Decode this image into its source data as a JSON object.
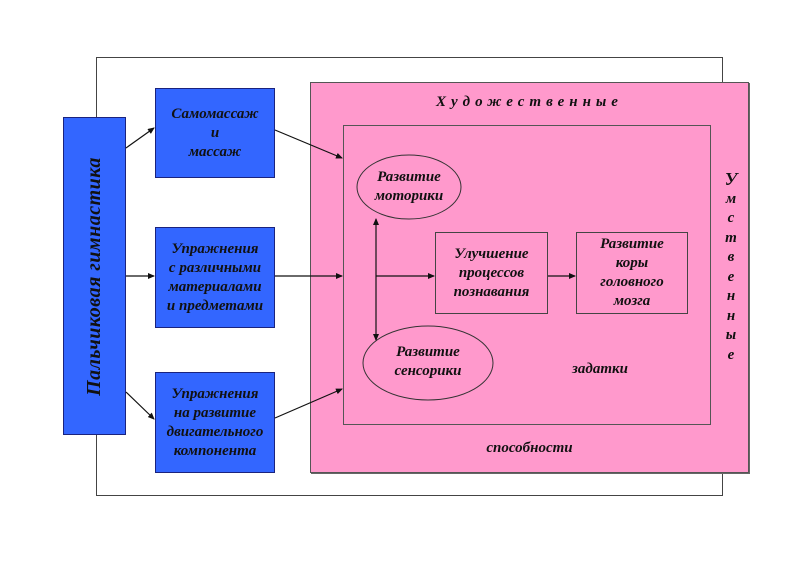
{
  "colors": {
    "blue_box": "#3366ff",
    "pink_area": "#ff99cc",
    "line": "#111111"
  },
  "left_label": "Пальчиковая гимнастика",
  "methods": [
    {
      "label": "Самомассаж\nи\nмассаж"
    },
    {
      "label": "Упражнения\nс различными\nматериалами\nи предметами"
    },
    {
      "label": "Упражнения\nна развитие\nдвигательного\nкомпонента"
    }
  ],
  "abilities": {
    "top_label": "Художественные",
    "right_letters": [
      "У",
      "м",
      "с",
      "т",
      "в",
      "е",
      "н",
      "н",
      "ы",
      "е"
    ],
    "bottom_label": "способности",
    "inner_label": "задатки"
  },
  "nodes": {
    "motor": "Развитие\nмоторики",
    "sensor": "Развитие\nсенсорики",
    "cognition": "Улучшение\nпроцессов\nпознавания",
    "cortex": "Развитие\nкоры\nголовного\nмозга"
  }
}
